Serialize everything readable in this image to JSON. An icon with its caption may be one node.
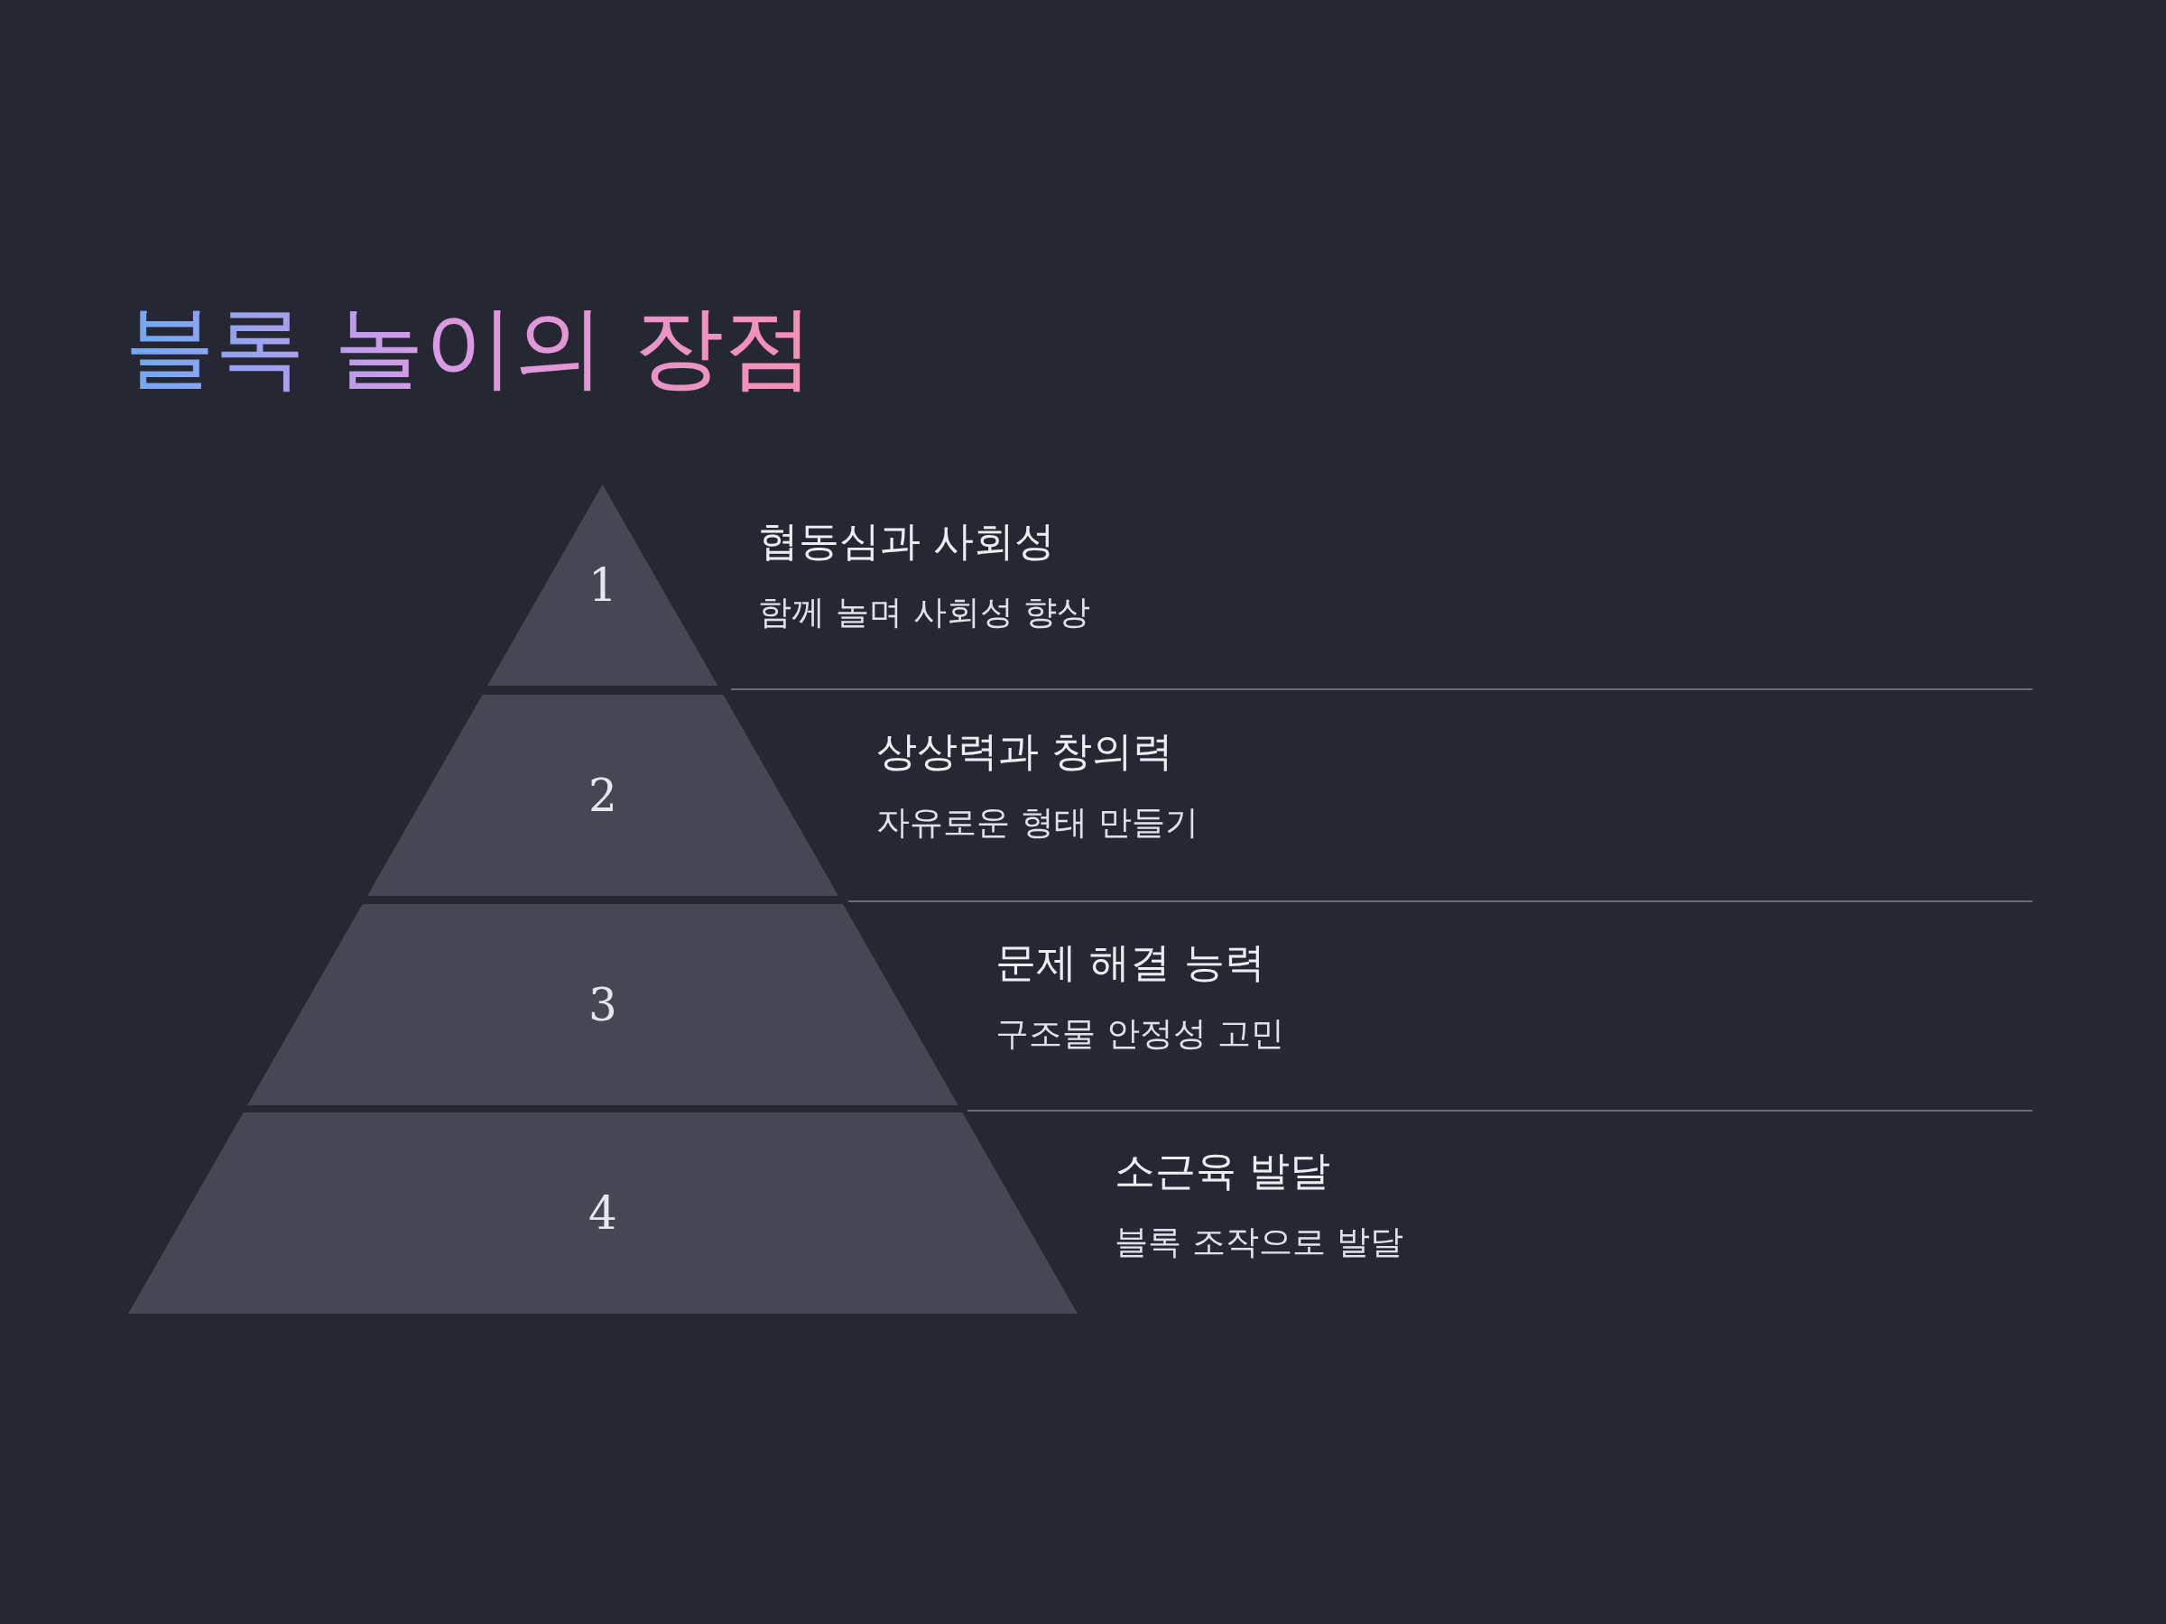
{
  "diagram": {
    "title": "블록 놀이의 장점",
    "nodes": [
      {
        "text": [
          "1"
        ],
        "beside": [
          "협동심과 사회성",
          "함께 놀며 사회성 향상"
        ]
      },
      {
        "text": [
          "2"
        ],
        "beside": [
          "상상력과 창의력",
          "자유로운 형태 만들기"
        ]
      },
      {
        "text": [
          "3"
        ],
        "beside": [
          "문제 해결 능력",
          "구조물 안정성 고민"
        ]
      },
      {
        "text": [
          "4"
        ],
        "beside": [
          "소근육 발달",
          "블록 조작으로 발달"
        ]
      }
    ]
  }
}
